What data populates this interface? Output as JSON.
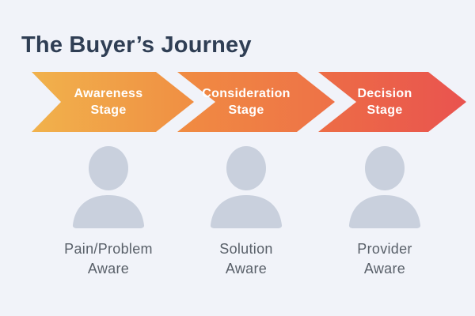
{
  "title": "The Buyer’s Journey",
  "colors": {
    "background": "#f1f3f9",
    "title_text": "#2f3e54",
    "stage_text": "#ffffff",
    "persona_text": "#596069",
    "avatar": "#c9d0dd",
    "arrow_gradients": [
      {
        "start": "#f1b24c",
        "end": "#f08e43"
      },
      {
        "start": "#f08c42",
        "end": "#ee7147"
      },
      {
        "start": "#ed6d46",
        "end": "#e9534f"
      }
    ]
  },
  "stages": [
    {
      "name": "awareness",
      "title_lines": [
        "Awareness",
        "Stage"
      ],
      "persona_lines": [
        "Pain/Problem",
        "Aware"
      ]
    },
    {
      "name": "consideration",
      "title_lines": [
        "Consideration",
        "Stage"
      ],
      "persona_lines": [
        "Solution",
        "Aware"
      ]
    },
    {
      "name": "decision",
      "title_lines": [
        "Decision",
        "Stage"
      ],
      "persona_lines": [
        "Provider",
        "Aware"
      ]
    }
  ]
}
